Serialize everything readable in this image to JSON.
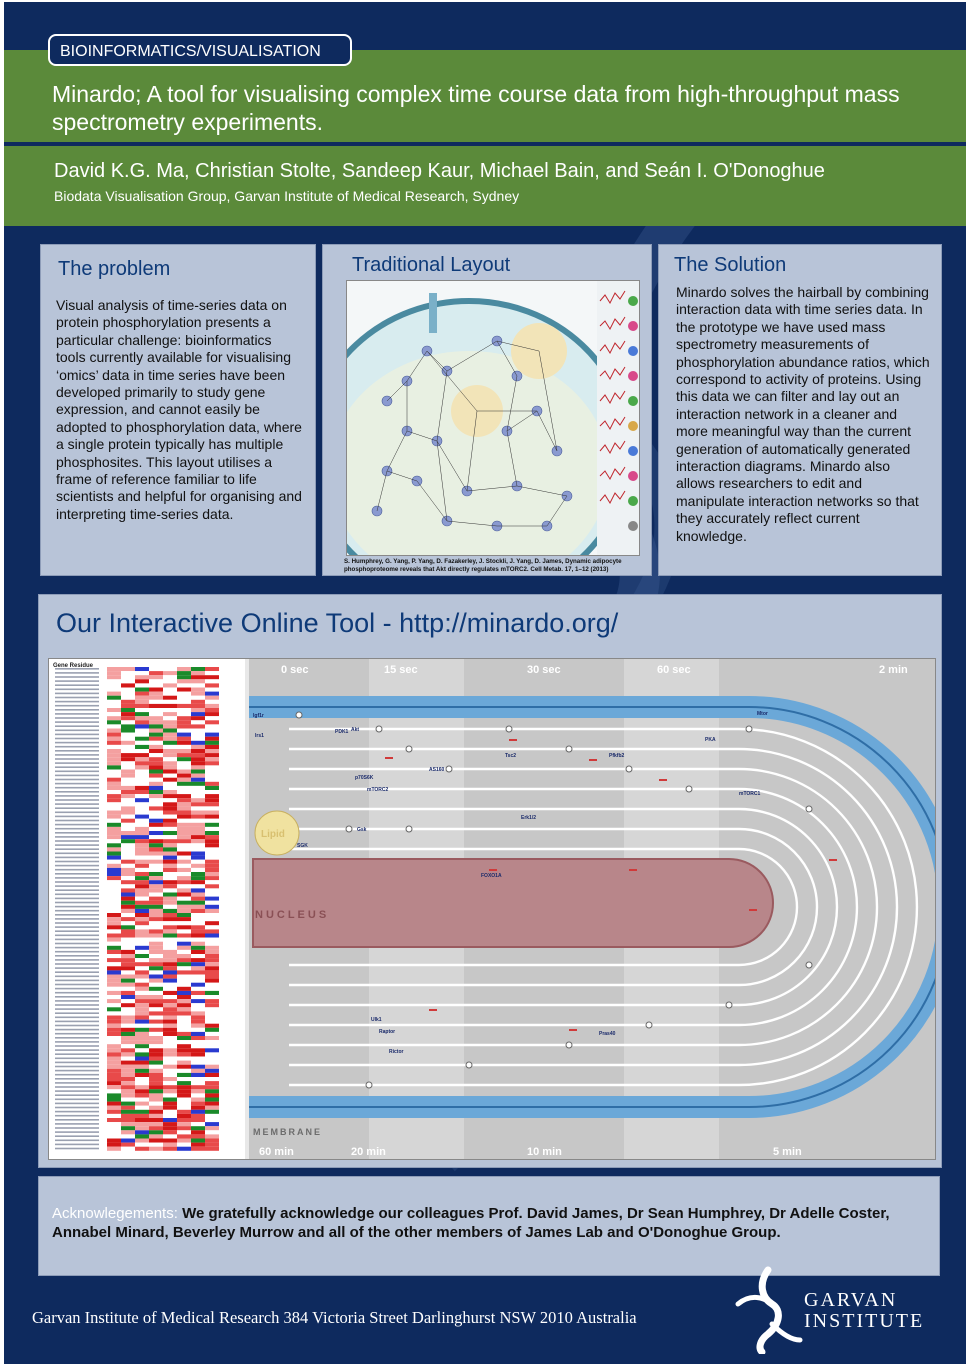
{
  "category_tag": "BIOINFORMATICS/VISUALISATION",
  "title": "Minardo; A tool for visualising complex time course data from high-throughput mass spectrometry experiments.",
  "authors": "David K.G. Ma, Christian Stolte, Sandeep Kaur, Michael Bain, and Seán I. O'Donoghue",
  "affiliation": "Biodata Visualisation Group, Garvan Institute of Medical Research, Sydney",
  "problem": {
    "heading": "The problem",
    "body": "Visual analysis of time-series data on protein phosphorylation presents a particular challenge: bioinformatics tools currently available for visualising ‘omics’ data in time series have been developed primarily to study gene expression, and cannot easily be adopted to phosphorylation data, where a single protein typically has multiple phosphosites. This layout utilises a frame of reference familiar to life scientists and helpful for organising and interpreting time-series data."
  },
  "traditional": {
    "heading": "Traditional Layout",
    "caption": "S. Humphrey, G. Yang, P. Yang, D. Fazakerley, J. Stockli, J. Yang, D. James, Dynamic adipocyte phosphoproteome reveals that Akt directly regulates mTORC2. Cell Metab. 17, 1–12 (2013)"
  },
  "solution": {
    "heading": "The Solution",
    "body": "Minardo solves the hairball by combining interaction data with time series data. In the prototype we have used mass spectrometry measurements of phosphorylation abundance ratios, which correspond to activity of proteins. Using this data we can filter and lay out an interaction network in a cleaner and more meaningful way than the current generation of automatically generated interaction diagrams. Minardo also allows researchers to edit and manipulate interaction networks so that they accurately reflect current knowledge."
  },
  "tool": {
    "heading": "Our Interactive Online Tool - http://minardo.org/",
    "heatmap_header": "Gene Residue",
    "time_labels_top": [
      "0 sec",
      "15 sec",
      "30 sec",
      "60 sec",
      "2 min"
    ],
    "time_labels_bottom": [
      "60 min",
      "20 min",
      "10 min",
      "5 min"
    ],
    "nucleus_label": "NUCLEUS",
    "membrane_label": "MEMBRANE",
    "lipid_label": "Lipid",
    "protein_labels": [
      "Igf1r",
      "Irs1",
      "Akt",
      "PDK1",
      "p70S6K",
      "mTORC2",
      "AS160",
      "Gsk",
      "Erk1/2",
      "SGK",
      "PKA",
      "Mtor",
      "FOXO1A",
      "Raptor",
      "Rictor",
      "mTORC1",
      "Pfkfb2",
      "Tsc2",
      "Ulk1",
      "Pras40"
    ]
  },
  "acknowledgements": {
    "label": "Acknowlegements:",
    "text": "We gratefully acknowledge our colleagues Prof. David James, Dr Sean Humphrey, Dr Adelle Coster, Annabel Minard, Beverley Murrow and all of the other members of James Lab and O'Donoghue Group."
  },
  "footer": "Garvan Institute of Medical Research 384 Victoria Street Darlinghurst NSW 2010 Australia",
  "logo": {
    "line1": "GARVAN",
    "line2": "INSTITUTE"
  }
}
